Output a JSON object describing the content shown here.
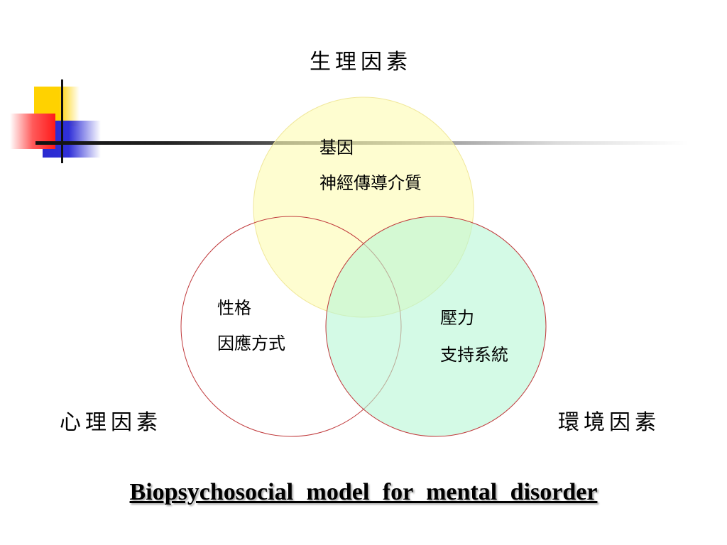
{
  "factors": {
    "bio": "生理因素",
    "psych": "心理因素",
    "env": "環境因素"
  },
  "circles": {
    "bio": {
      "line1": "基因",
      "line2": "神經傳導介質",
      "fill": "#fdfbb0",
      "stroke": "#f0e79a"
    },
    "psych": {
      "line1": "性格",
      "line2": "因應方式",
      "fill": "#ffffff",
      "stroke": "#c0393b"
    },
    "env": {
      "line1": "壓力",
      "line2": "支持系統",
      "fill": "#b8f7d6",
      "stroke": "#c0393b"
    }
  },
  "caption": "Biopsychosocial  model  for  mental  disorder"
}
